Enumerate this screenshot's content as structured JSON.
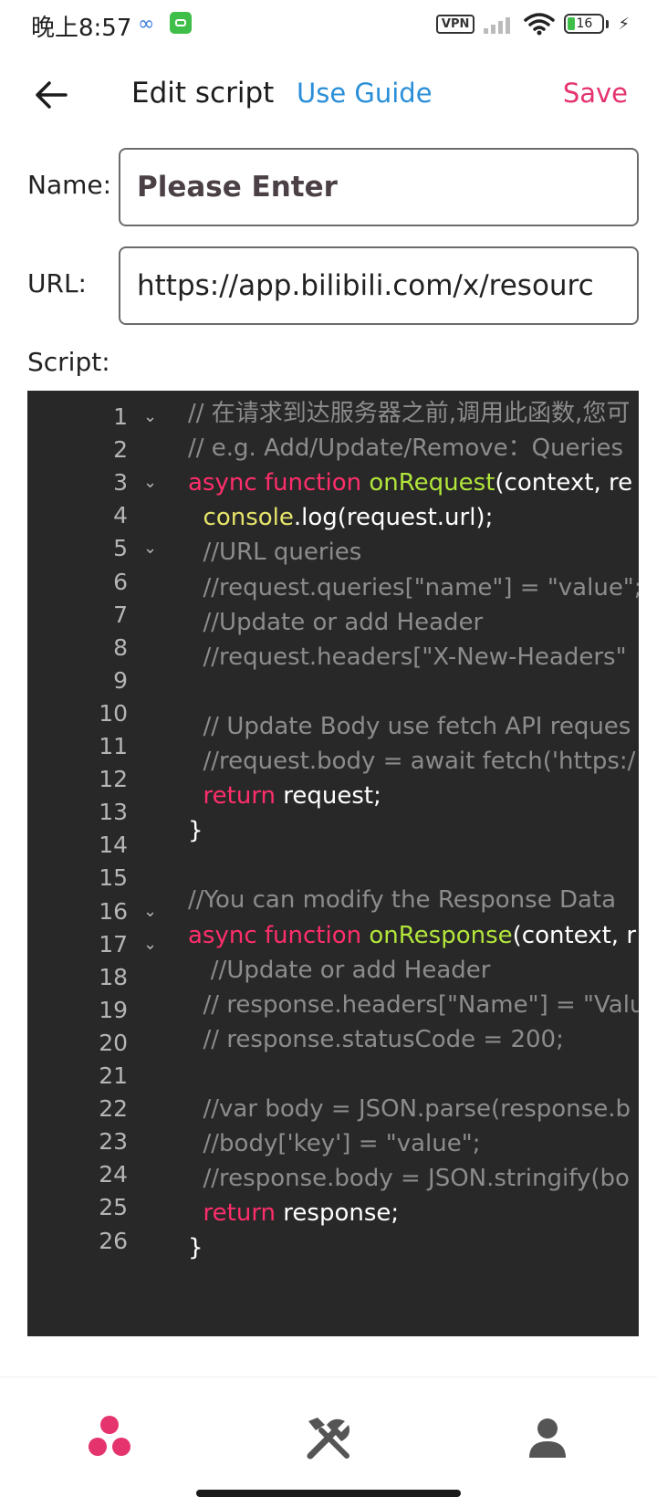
{
  "status_bar": {
    "time": "晚上8:57",
    "loop_icon": "∞",
    "vpn": "VPN",
    "battery": "16"
  },
  "header": {
    "title": "Edit script",
    "use_guide": "Use Guide",
    "save": "Save"
  },
  "form": {
    "name_label": "Name:",
    "name_placeholder": "Please Enter",
    "name_value": "",
    "url_label": "URL:",
    "url_value": "https://app.bilibili.com/x/resourc",
    "script_label": "Script:"
  },
  "editor": {
    "lines": [
      {
        "n": "1",
        "fold": true
      },
      {
        "n": "2",
        "fold": false
      },
      {
        "n": "3",
        "fold": true
      },
      {
        "n": "4",
        "fold": false
      },
      {
        "n": "5",
        "fold": true
      },
      {
        "n": "6",
        "fold": false
      },
      {
        "n": "7",
        "fold": false
      },
      {
        "n": "8",
        "fold": false
      },
      {
        "n": "9",
        "fold": false
      },
      {
        "n": "10",
        "fold": false
      },
      {
        "n": "11",
        "fold": false
      },
      {
        "n": "12",
        "fold": false
      },
      {
        "n": "13",
        "fold": false
      },
      {
        "n": "14",
        "fold": false
      },
      {
        "n": "15",
        "fold": false
      },
      {
        "n": "16",
        "fold": true
      },
      {
        "n": "17",
        "fold": true
      },
      {
        "n": "18",
        "fold": false
      },
      {
        "n": "19",
        "fold": false
      },
      {
        "n": "20",
        "fold": false
      },
      {
        "n": "21",
        "fold": false
      },
      {
        "n": "22",
        "fold": false
      },
      {
        "n": "23",
        "fold": false
      },
      {
        "n": "24",
        "fold": false
      },
      {
        "n": "25",
        "fold": false
      },
      {
        "n": "26",
        "fold": false
      }
    ],
    "code": [
      [
        {
          "t": "// 在请求到达服务器之前,调用此函数,您可",
          "c": "cmt"
        }
      ],
      [
        {
          "t": "// e.g. Add/Update/Remove：Queries",
          "c": "cmt"
        }
      ],
      [
        {
          "t": "async function ",
          "c": "kw"
        },
        {
          "t": "onRequest",
          "c": "fn"
        },
        {
          "t": "(context, re",
          "c": ""
        }
      ],
      [
        {
          "t": "  console",
          "c": "obj"
        },
        {
          "t": ".log(request.url);",
          "c": ""
        }
      ],
      [
        {
          "t": "  //URL queries",
          "c": "cmt"
        }
      ],
      [
        {
          "t": "  //request.queries[\"name\"] = \"value\";",
          "c": "cmt"
        }
      ],
      [
        {
          "t": "  //Update or add Header",
          "c": "cmt"
        }
      ],
      [
        {
          "t": "  //request.headers[\"X-New-Headers\"",
          "c": "cmt"
        }
      ],
      [
        {
          "t": "",
          "c": ""
        }
      ],
      [
        {
          "t": "  // Update Body use fetch API reques",
          "c": "cmt"
        }
      ],
      [
        {
          "t": "  //request.body = await fetch('https:/",
          "c": "cmt"
        }
      ],
      [
        {
          "t": "  return ",
          "c": "kw"
        },
        {
          "t": "request;",
          "c": ""
        }
      ],
      [
        {
          "t": "}",
          "c": ""
        }
      ],
      [
        {
          "t": "",
          "c": ""
        }
      ],
      [
        {
          "t": "//You can modify the Response Data",
          "c": "cmt"
        }
      ],
      [
        {
          "t": "async function ",
          "c": "kw"
        },
        {
          "t": "onResponse",
          "c": "fn"
        },
        {
          "t": "(context, r",
          "c": ""
        }
      ],
      [
        {
          "t": "   //Update or add Header",
          "c": "cmt"
        }
      ],
      [
        {
          "t": "  // response.headers[\"Name\"] = \"Valu",
          "c": "cmt"
        }
      ],
      [
        {
          "t": "  // response.statusCode = 200;",
          "c": "cmt"
        }
      ],
      [
        {
          "t": "",
          "c": ""
        }
      ],
      [
        {
          "t": "  //var body = JSON.parse(response.b",
          "c": "cmt"
        }
      ],
      [
        {
          "t": "  //body['key'] = \"value\";",
          "c": "cmt"
        }
      ],
      [
        {
          "t": "  //response.body = JSON.stringify(bo",
          "c": "cmt"
        }
      ],
      [
        {
          "t": "  return ",
          "c": "kw"
        },
        {
          "t": "response;",
          "c": ""
        }
      ],
      [
        {
          "t": "}",
          "c": ""
        }
      ]
    ]
  },
  "bottom_nav": {
    "items": [
      {
        "icon": "dots-cluster-icon",
        "active": true,
        "color": "#e5336e"
      },
      {
        "icon": "tools-icon",
        "active": false,
        "color": "#555555"
      },
      {
        "icon": "person-icon",
        "active": false,
        "color": "#555555"
      }
    ]
  }
}
